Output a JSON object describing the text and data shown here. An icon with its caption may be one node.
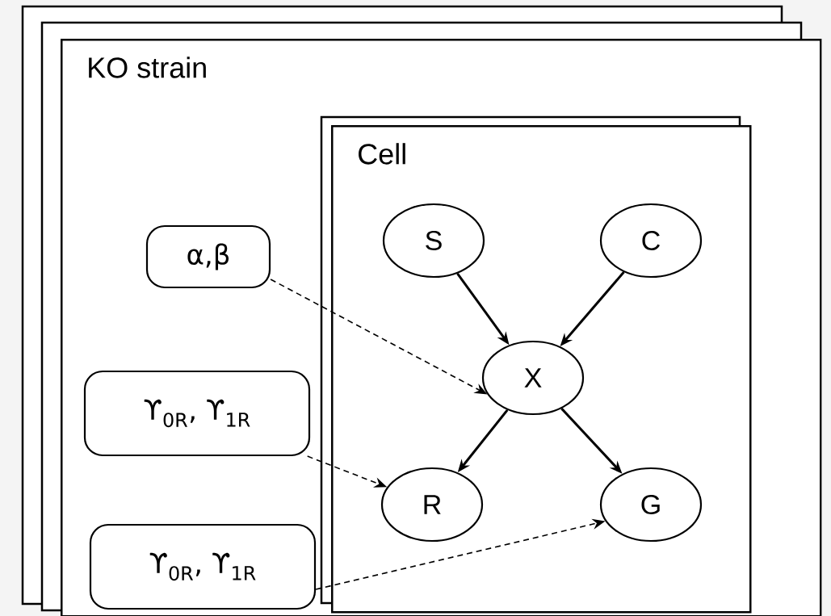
{
  "diagram": {
    "nodes": [
      {
        "text": [
          "KO strain"
        ]
      },
      {
        "text": [
          "Cell"
        ],
        "in": 0
      },
      {
        "text": [
          "S"
        ],
        "in": 1
      },
      {
        "text": [
          "C"
        ],
        "in": 1
      },
      {
        "text": [
          "α,β"
        ],
        "in": 0
      },
      {
        "text": [
          "X"
        ],
        "in": 1
      },
      {
        "text": [
          "ϒ$_{0R}$, ϒ$_{1R}$"
        ],
        "in": 0
      },
      {
        "text": [
          "R"
        ],
        "in": 1
      },
      {
        "text": [
          "G"
        ],
        "in": 1
      },
      {
        "text": [
          "ϒ$_{0R}$, ϒ$_{1R}$"
        ],
        "in": 0
      }
    ],
    "edges": [
      {
        "from": 2,
        "to": 5,
        "arrow": "to"
      },
      {
        "from": 3,
        "to": 5,
        "arrow": "to"
      },
      {
        "from": 4,
        "to": 5,
        "arrow": "to",
        "style": "dashed"
      },
      {
        "from": 5,
        "to": 7,
        "arrow": "to"
      },
      {
        "from": 5,
        "to": 8,
        "arrow": "to"
      },
      {
        "from": 6,
        "to": 7,
        "arrow": "to",
        "style": "dashed"
      },
      {
        "from": 9,
        "to": 8,
        "arrow": "to",
        "style": "dashed"
      }
    ]
  }
}
